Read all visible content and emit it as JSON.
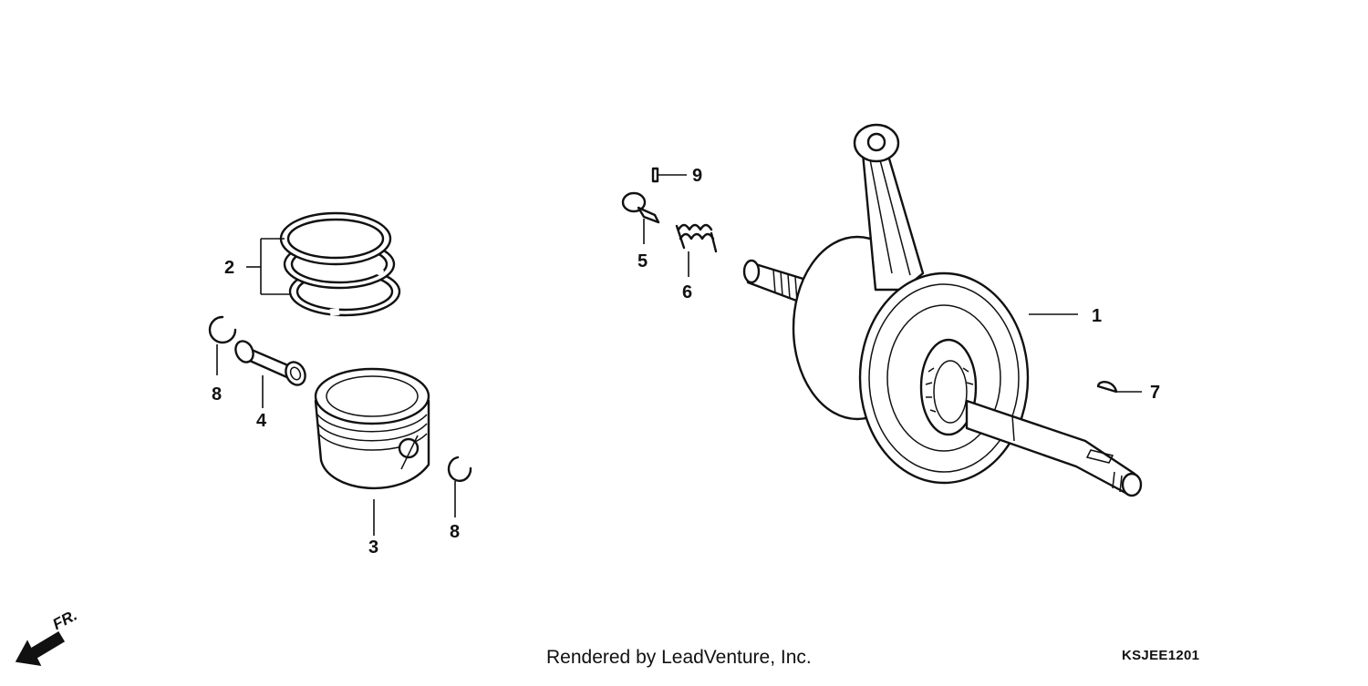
{
  "diagram": {
    "callouts": [
      {
        "id": "c1",
        "text": "1"
      },
      {
        "id": "c2",
        "text": "2"
      },
      {
        "id": "c3",
        "text": "3"
      },
      {
        "id": "c4",
        "text": "4"
      },
      {
        "id": "c5",
        "text": "5"
      },
      {
        "id": "c6",
        "text": "6"
      },
      {
        "id": "c7",
        "text": "7"
      },
      {
        "id": "c8a",
        "text": "8"
      },
      {
        "id": "c8b",
        "text": "8"
      },
      {
        "id": "c9",
        "text": "9"
      }
    ],
    "front_indicator": "FR.",
    "credit": "Rendered by LeadVenture, Inc.",
    "diagram_code": "KSJEE1201"
  }
}
